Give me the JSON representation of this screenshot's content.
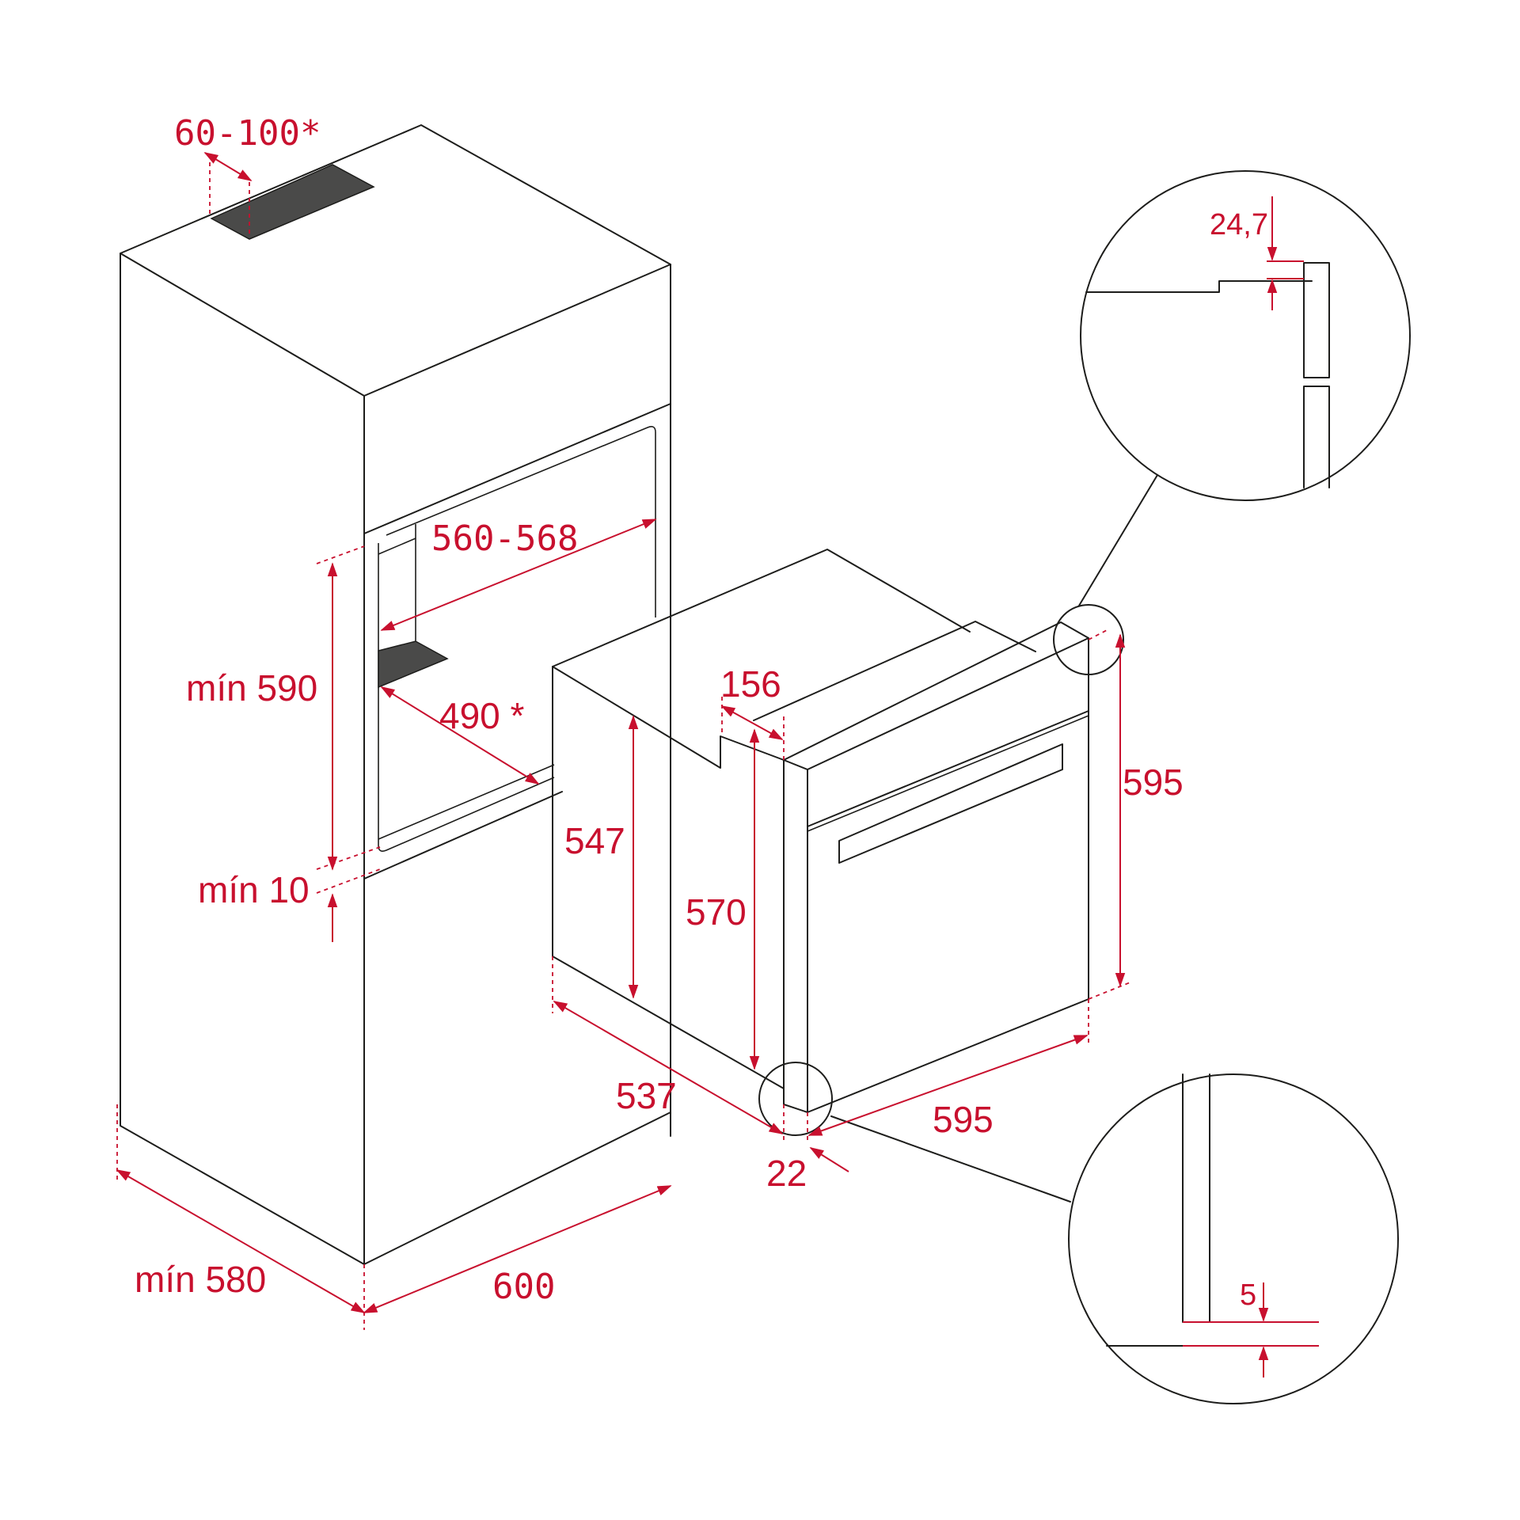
{
  "dimensions": {
    "vent": "60-100*",
    "niche_width": "560-568",
    "niche_height": "mín 590",
    "niche_depth": "490 *",
    "bottom_gap": "mín 10",
    "cabinet_depth": "mín 580",
    "cabinet_width": "600",
    "oven_top_step": "156",
    "oven_body_height": "547",
    "oven_front_height": "570",
    "oven_total_height": "595",
    "oven_depth": "537",
    "oven_width": "595",
    "front_thickness": "22",
    "detail_top": "24,7",
    "detail_bottom": "5"
  },
  "colors": {
    "outline": "#1d1d1b",
    "dimension": "#c8102e",
    "slot_fill": "#4a4a49"
  }
}
